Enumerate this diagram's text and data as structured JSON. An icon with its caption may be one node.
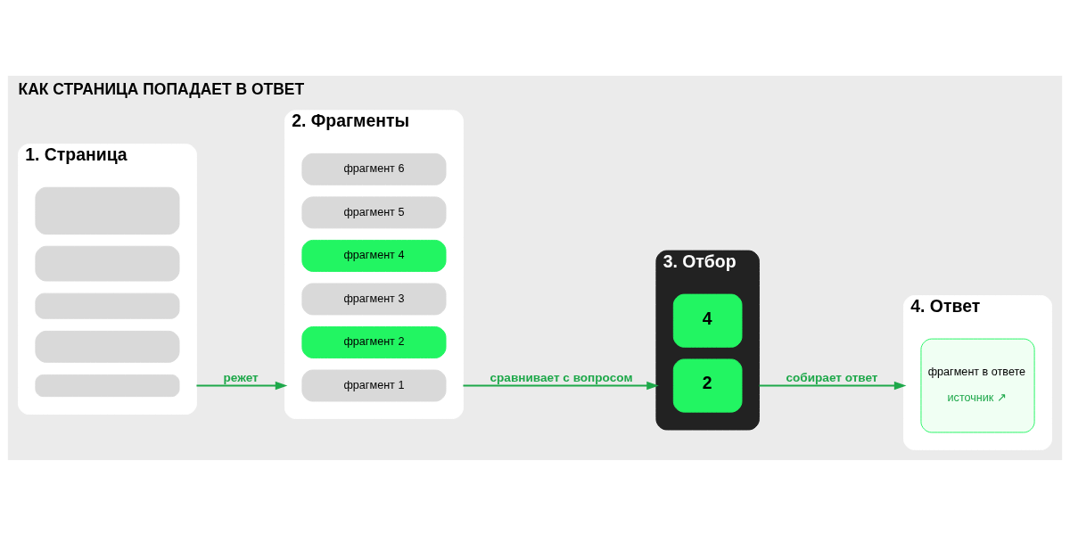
{
  "diagram": {
    "title": "КАК СТРАНИЦА ПОПАДАЕТ В ОТВЕТ",
    "nodes": [
      {
        "text": [
          "1. Страница"
        ]
      },
      {
        "text": [],
        "shape": "box",
        "in": 0
      },
      {
        "text": [],
        "shape": "box",
        "in": 0
      },
      {
        "text": [],
        "shape": "box",
        "in": 0
      },
      {
        "text": [],
        "shape": "box",
        "in": 0
      },
      {
        "text": [],
        "shape": "box",
        "in": 0
      },
      {
        "text": [
          "2. Фрагменты"
        ]
      },
      {
        "text": [
          "фрагмент 1"
        ],
        "in": 6
      },
      {
        "text": [
          "фрагмент 2"
        ],
        "in": 6
      },
      {
        "text": [
          "фрагмент 3"
        ],
        "in": 6
      },
      {
        "text": [
          "фрагмент 4"
        ],
        "in": 6
      },
      {
        "text": [
          "фрагмент 5"
        ],
        "in": 6
      },
      {
        "text": [
          "фрагмент 6"
        ],
        "in": 6
      },
      {
        "text": [
          "3. Отбор"
        ]
      },
      {
        "text": [
          "2"
        ],
        "in": 13
      },
      {
        "text": [
          "4"
        ],
        "in": 13
      },
      {
        "text": [
          "4. Ответ"
        ]
      },
      {
        "text": [
          "фрагмент в ответе",
          "источник ↗"
        ],
        "in": 16
      }
    ],
    "edges": [
      {
        "from": 0,
        "to": 6,
        "arrow": "to",
        "label": "режет"
      },
      {
        "from": 6,
        "to": 13,
        "arrow": "to",
        "label": "сравнивает с вопросом"
      },
      {
        "from": 13,
        "to": 16,
        "arrow": "to",
        "label": "собирает ответ"
      }
    ]
  }
}
